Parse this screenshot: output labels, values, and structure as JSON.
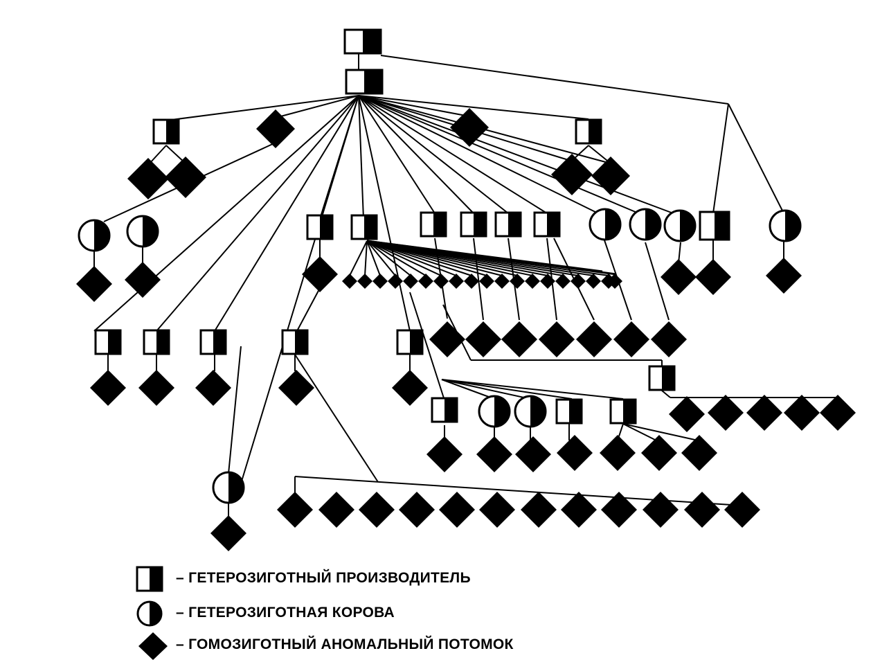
{
  "figure": {
    "symbol_color": "#000000",
    "background": "#ffffff"
  },
  "legend": {
    "items": [
      {
        "symbol": "half-filled-square",
        "meaning": "heterozygous-sire",
        "text": "– ГЕТЕРОЗИГОТНЫЙ ПРОИЗВОДИТЕЛЬ"
      },
      {
        "symbol": "half-filled-circle",
        "meaning": "heterozygous-cow",
        "text": "– ГЕТЕРОЗИГОТНАЯ КОРОВА"
      },
      {
        "symbol": "filled-diamond",
        "meaning": "homozygous-abnormal-offspring",
        "text": "– ГОМОЗИГОТНЫЙ АНОМАЛЬНЫЙ ПОТОМОК"
      }
    ]
  }
}
